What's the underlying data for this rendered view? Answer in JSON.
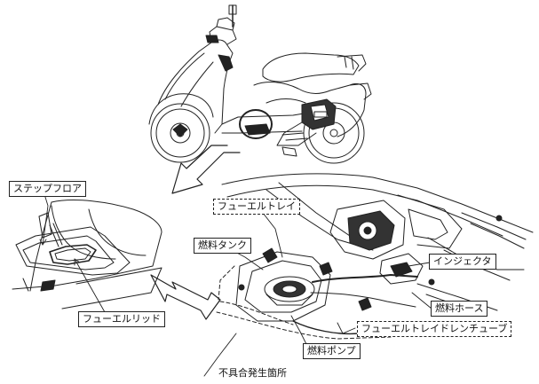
{
  "labels": {
    "step_floor": "ステップフロア",
    "fuel_lid": "フューエルリッド",
    "fuel_tray": "フューエルトレイ",
    "fuel_tank": "燃料タンク",
    "injector": "インジェクタ",
    "fuel_hose": "燃料ホース",
    "fuel_tray_drain_tube": "フューエルトレイドレンチューブ",
    "fuel_pump": "燃料ポンプ",
    "defect_location": "不具合発生箇所"
  },
  "colors": {
    "line": "#222222",
    "background": "#ffffff"
  }
}
